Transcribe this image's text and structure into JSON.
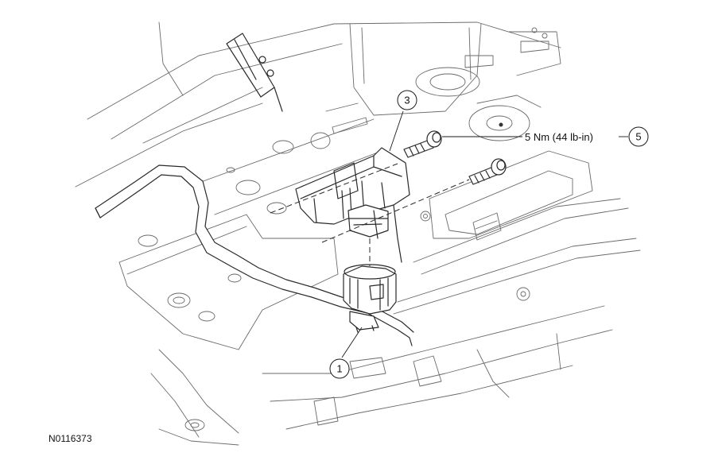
{
  "callouts": {
    "item1": "1",
    "item3": "3",
    "item5": "5"
  },
  "torque_label": "5 Nm (44 lb-in)",
  "figure_id": "N0116373"
}
